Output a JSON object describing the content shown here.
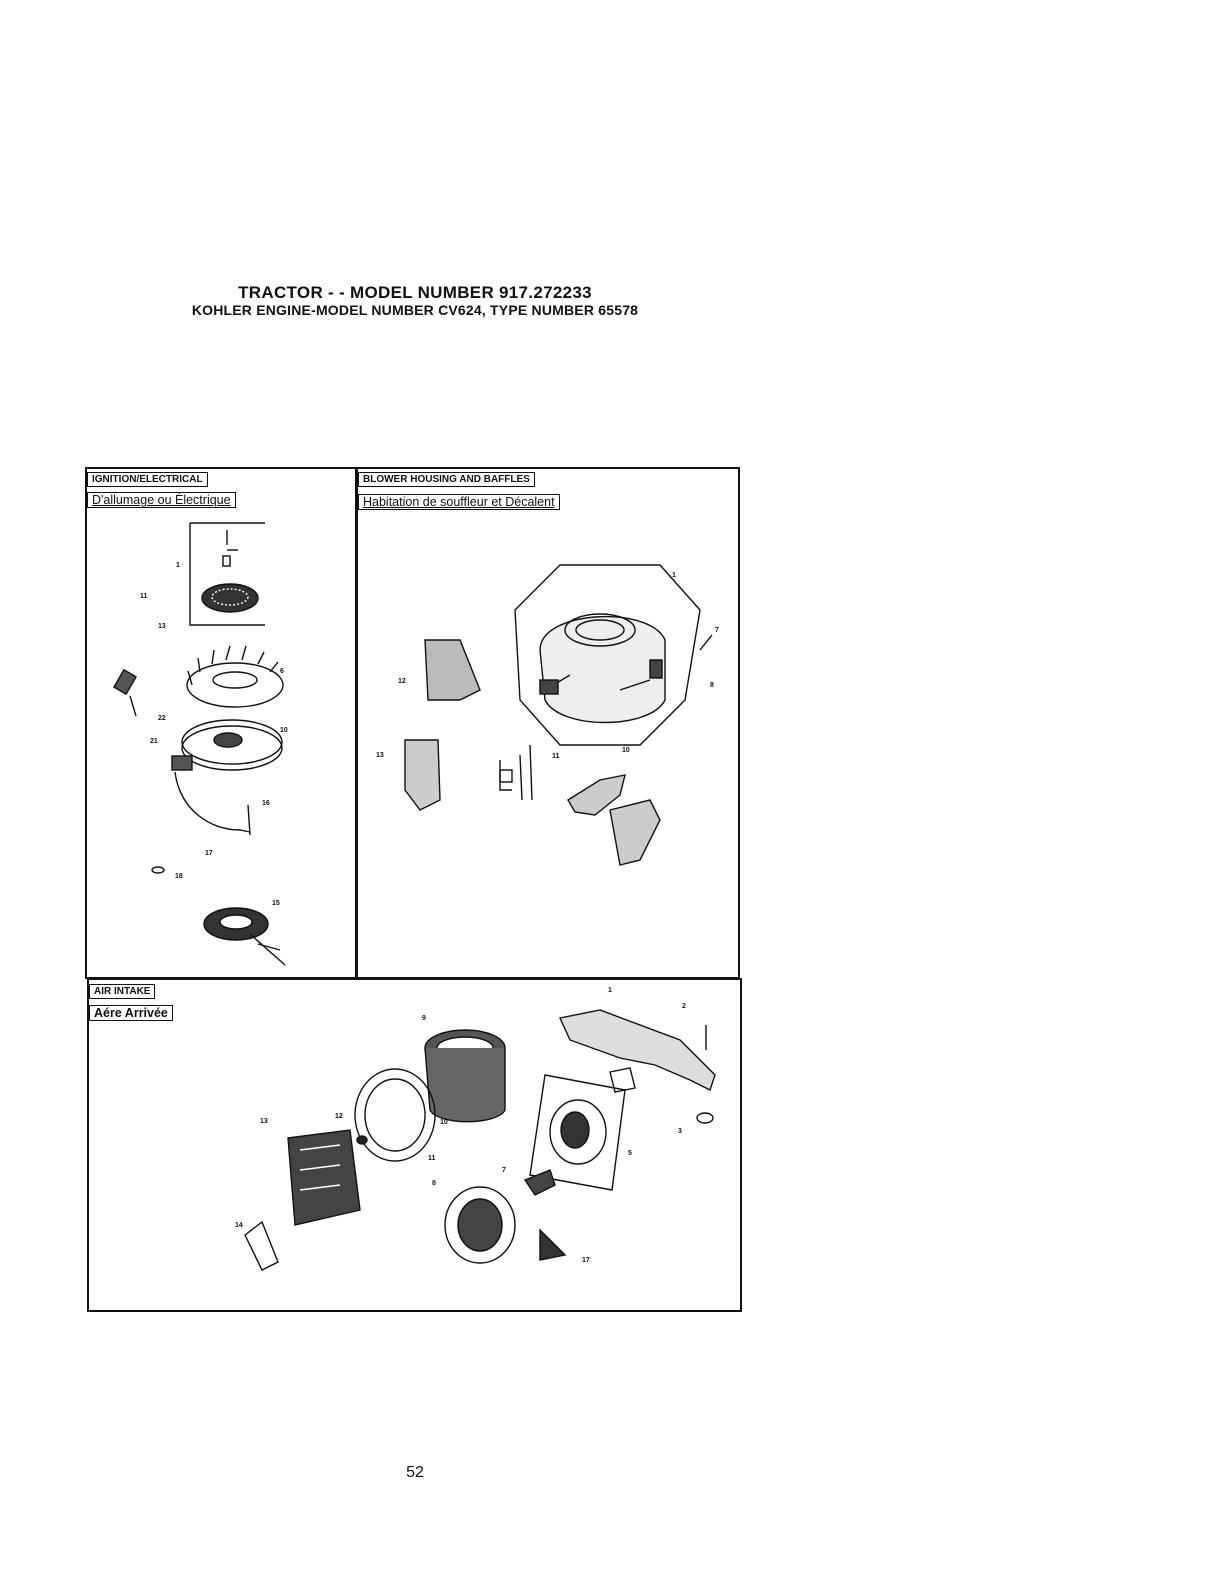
{
  "header": {
    "title": "TRACTOR - - MODEL NUMBER 917.272233",
    "subtitle": "KOHLER ENGINE-MODEL NUMBER CV624, TYPE NUMBER 65578"
  },
  "sections": {
    "ignition": {
      "label": "IGNITION/ELECTRICAL",
      "label_fr": "D'allumage ou Électrique"
    },
    "blower": {
      "label": "BLOWER HOUSING AND BAFFLES",
      "label_fr": "Habitation de souffleur et Décalent"
    },
    "air_intake": {
      "label": "AIR INTAKE",
      "label_fr": "Aére Arrivée"
    }
  },
  "page_number": "52"
}
